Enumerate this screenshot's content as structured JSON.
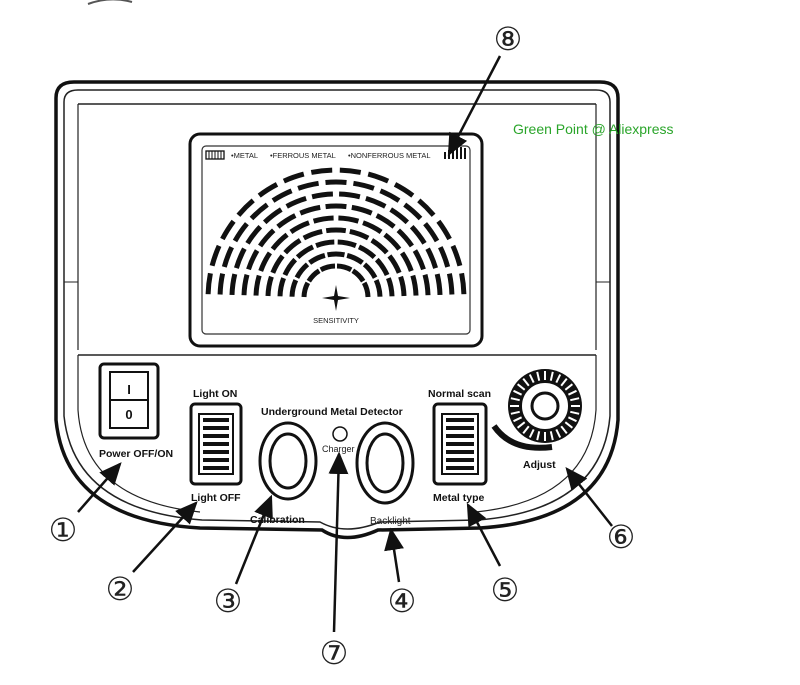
{
  "watermark": "Green Point @ Aliexpress",
  "lcd": {
    "labels": [
      "•METAL",
      "•FERROUS METAL",
      "•NONFERROUS METAL"
    ],
    "sensitivity": "SENSITIVITY"
  },
  "controls": {
    "power_label": "Power OFF/ON",
    "power_on": "I",
    "power_off": "0",
    "light_on": "Light ON",
    "light_off": "Light OFF",
    "title": "Underground Metal Detector",
    "charger": "Charger",
    "calibration": "Calibration",
    "backlight": "Backlight",
    "normal_scan": "Normal scan",
    "metal_type": "Metal type",
    "adjust": "Adjust"
  },
  "callouts": [
    "①",
    "②",
    "③",
    "④",
    "⑤",
    "⑥",
    "⑦",
    "⑧"
  ]
}
